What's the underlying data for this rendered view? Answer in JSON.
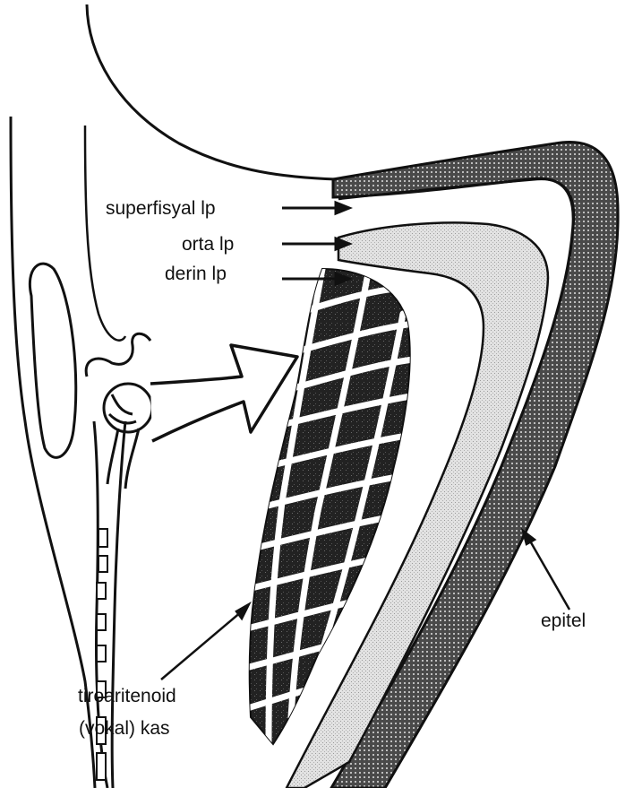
{
  "labels": {
    "superficial_lp": "superfisyal lp",
    "middle_lp": "orta lp",
    "deep_lp": "derin lp",
    "epithelium": "epitel",
    "muscle_line1": "tiroaritenoid",
    "muscle_line2": "(vokal) kas"
  },
  "colors": {
    "ink": "#111111",
    "lamina_fill": "#d9d9d9",
    "muscle_fill": "#2e2e2e",
    "background": "#ffffff"
  }
}
